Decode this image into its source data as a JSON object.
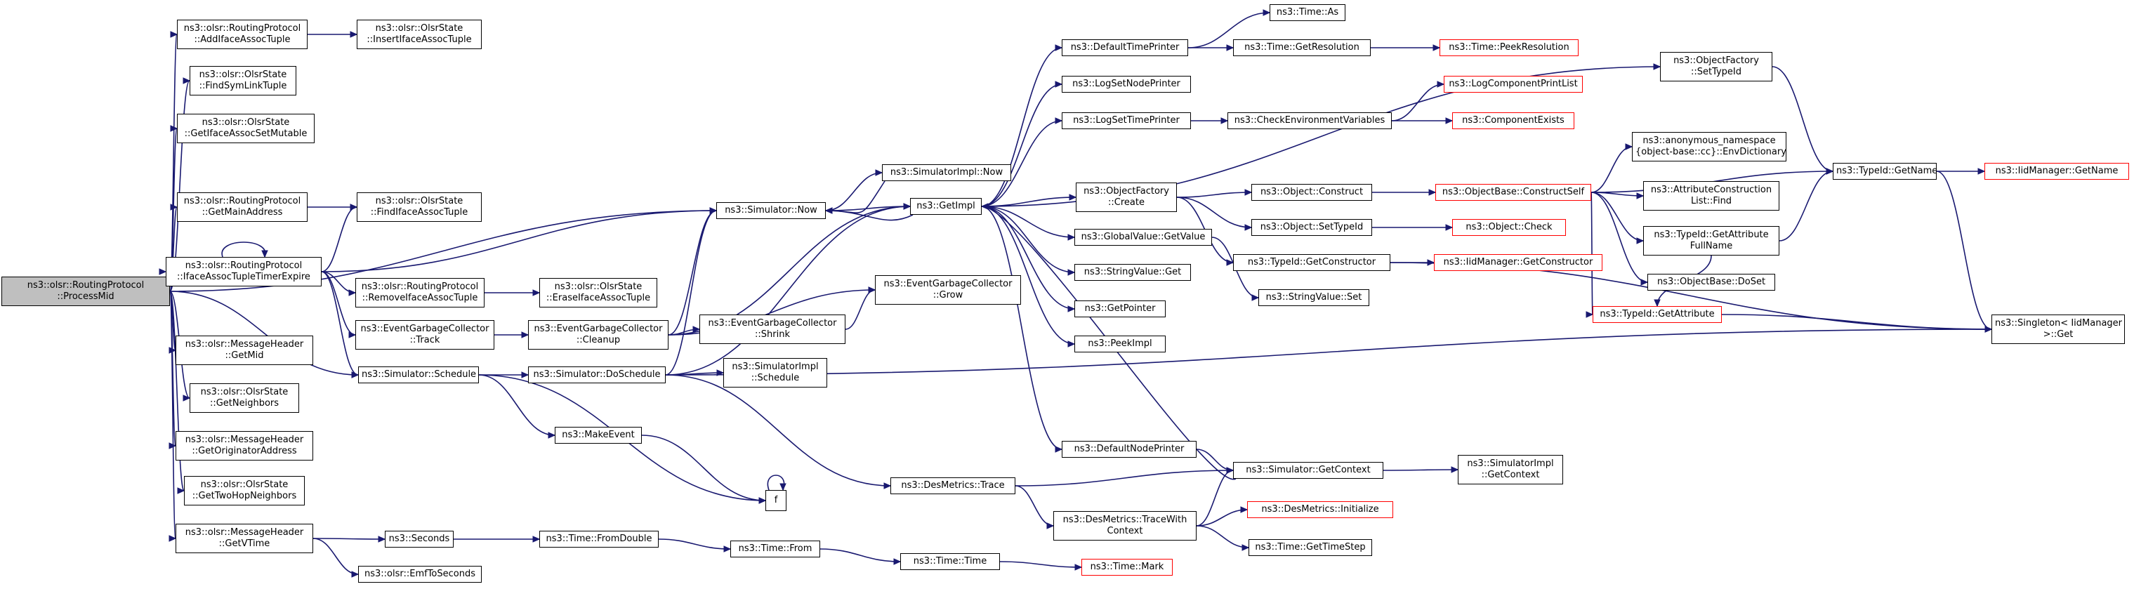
{
  "graph": {
    "nodes": [
      {
        "id": "processmid",
        "lines": [
          "ns3::olsr::RoutingProtocol",
          "::ProcessMid"
        ],
        "root": true
      },
      {
        "id": "addiface",
        "lines": [
          "ns3::olsr::RoutingProtocol",
          "::AddIfaceAssocTuple"
        ]
      },
      {
        "id": "insertiface",
        "lines": [
          "ns3::olsr::OlsrState",
          "::InsertIfaceAssocTuple"
        ]
      },
      {
        "id": "findsymlink",
        "lines": [
          "ns3::olsr::OlsrState",
          "::FindSymLinkTuple"
        ]
      },
      {
        "id": "getifaceset",
        "lines": [
          "ns3::olsr::OlsrState",
          "::GetIfaceAssocSetMutable"
        ]
      },
      {
        "id": "getmainaddr",
        "lines": [
          "ns3::olsr::RoutingProtocol",
          "::GetMainAddress"
        ]
      },
      {
        "id": "findiface",
        "lines": [
          "ns3::olsr::OlsrState",
          "::FindIfaceAssocTuple"
        ]
      },
      {
        "id": "ifacetimer",
        "lines": [
          "ns3::olsr::RoutingProtocol",
          "::IfaceAssocTupleTimerExpire"
        ]
      },
      {
        "id": "removeiface",
        "lines": [
          "ns3::olsr::RoutingProtocol",
          "::RemoveIfaceAssocTuple"
        ]
      },
      {
        "id": "eraseiface",
        "lines": [
          "ns3::olsr::OlsrState",
          "::EraseIfaceAssocTuple"
        ]
      },
      {
        "id": "gctrack",
        "lines": [
          "ns3::EventGarbageCollector",
          "::Track"
        ]
      },
      {
        "id": "gccleanup",
        "lines": [
          "ns3::EventGarbageCollector",
          "::Cleanup"
        ]
      },
      {
        "id": "gcshrink",
        "lines": [
          "ns3::EventGarbageCollector",
          "::Shrink"
        ]
      },
      {
        "id": "gcgrow",
        "lines": [
          "ns3::EventGarbageCollector",
          "::Grow"
        ]
      },
      {
        "id": "schedule",
        "lines": [
          "ns3::Simulator::Schedule"
        ]
      },
      {
        "id": "doschedule",
        "lines": [
          "ns3::Simulator::DoSchedule"
        ]
      },
      {
        "id": "simimplschedule",
        "lines": [
          "ns3::SimulatorImpl",
          "::Schedule"
        ]
      },
      {
        "id": "makeevent",
        "lines": [
          "ns3::MakeEvent"
        ]
      },
      {
        "id": "f",
        "lines": [
          "f"
        ]
      },
      {
        "id": "getmid",
        "lines": [
          "ns3::olsr::MessageHeader",
          "::GetMid"
        ]
      },
      {
        "id": "getneighbors",
        "lines": [
          "ns3::olsr::OlsrState",
          "::GetNeighbors"
        ]
      },
      {
        "id": "getorig",
        "lines": [
          "ns3::olsr::MessageHeader",
          "::GetOriginatorAddress"
        ]
      },
      {
        "id": "gettwohop",
        "lines": [
          "ns3::olsr::OlsrState",
          "::GetTwoHopNeighbors"
        ]
      },
      {
        "id": "getvtime",
        "lines": [
          "ns3::olsr::MessageHeader",
          "::GetVTime"
        ]
      },
      {
        "id": "seconds",
        "lines": [
          "ns3::Seconds"
        ]
      },
      {
        "id": "emftoseconds",
        "lines": [
          "ns3::olsr::EmfToSeconds"
        ]
      },
      {
        "id": "fromdouble",
        "lines": [
          "ns3::Time::FromDouble"
        ]
      },
      {
        "id": "timefrom",
        "lines": [
          "ns3::Time::From"
        ]
      },
      {
        "id": "timetime",
        "lines": [
          "ns3::Time::Time"
        ]
      },
      {
        "id": "timemark",
        "lines": [
          "ns3::Time::Mark"
        ],
        "red": true
      },
      {
        "id": "simnow",
        "lines": [
          "ns3::Simulator::Now"
        ]
      },
      {
        "id": "simimplnow",
        "lines": [
          "ns3::SimulatorImpl::Now"
        ]
      },
      {
        "id": "getimpl",
        "lines": [
          "ns3::GetImpl"
        ]
      },
      {
        "id": "defaulttime",
        "lines": [
          "ns3::DefaultTimePrinter"
        ]
      },
      {
        "id": "timeas",
        "lines": [
          "ns3::Time::As"
        ]
      },
      {
        "id": "getres",
        "lines": [
          "ns3::Time::GetResolution"
        ]
      },
      {
        "id": "peekres",
        "lines": [
          "ns3::Time::PeekResolution"
        ],
        "red": true
      },
      {
        "id": "logsetnode",
        "lines": [
          "ns3::LogSetNodePrinter"
        ]
      },
      {
        "id": "logsettime",
        "lines": [
          "ns3::LogSetTimePrinter"
        ]
      },
      {
        "id": "checkenv",
        "lines": [
          "ns3::CheckEnvironmentVariables"
        ]
      },
      {
        "id": "logcomplist",
        "lines": [
          "ns3::LogComponentPrintList"
        ],
        "red": true
      },
      {
        "id": "compexists",
        "lines": [
          "ns3::ComponentExists"
        ],
        "red": true
      },
      {
        "id": "objfactcreate",
        "lines": [
          "ns3::ObjectFactory",
          "::Create"
        ]
      },
      {
        "id": "objconstruct",
        "lines": [
          "ns3::Object::Construct"
        ]
      },
      {
        "id": "objsettypeid",
        "lines": [
          "ns3::Object::SetTypeId"
        ]
      },
      {
        "id": "objcheck",
        "lines": [
          "ns3::Object::Check"
        ],
        "red": true
      },
      {
        "id": "constructself",
        "lines": [
          "ns3::ObjectBase::ConstructSelf"
        ],
        "red": true
      },
      {
        "id": "globalgetvalue",
        "lines": [
          "ns3::GlobalValue::GetValue"
        ]
      },
      {
        "id": "stringvalueget",
        "lines": [
          "ns3::StringValue::Get"
        ]
      },
      {
        "id": "stringvalueset",
        "lines": [
          "ns3::StringValue::Set"
        ]
      },
      {
        "id": "getconstructor",
        "lines": [
          "ns3::TypeId::GetConstructor"
        ]
      },
      {
        "id": "iidgetconstructor",
        "lines": [
          "ns3::IidManager::GetConstructor"
        ],
        "red": true
      },
      {
        "id": "getpointer",
        "lines": [
          "ns3::GetPointer"
        ]
      },
      {
        "id": "peekimpl",
        "lines": [
          "ns3::PeekImpl"
        ]
      },
      {
        "id": "defaultnode",
        "lines": [
          "ns3::DefaultNodePrinter"
        ]
      },
      {
        "id": "getcontext",
        "lines": [
          "ns3::Simulator::GetContext"
        ]
      },
      {
        "id": "simimplgetcontext",
        "lines": [
          "ns3::SimulatorImpl",
          "::GetContext"
        ]
      },
      {
        "id": "desmetricstrace",
        "lines": [
          "ns3::DesMetrics::Trace"
        ]
      },
      {
        "id": "tracewithctx",
        "lines": [
          "ns3::DesMetrics::TraceWith",
          "Context"
        ]
      },
      {
        "id": "desinit",
        "lines": [
          "ns3::DesMetrics::Initialize"
        ],
        "red": true
      },
      {
        "id": "gettimestep",
        "lines": [
          "ns3::Time::GetTimeStep"
        ]
      },
      {
        "id": "objfactsettypeid",
        "lines": [
          "ns3::ObjectFactory",
          "::SetTypeId"
        ]
      },
      {
        "id": "envdict",
        "lines": [
          "ns3::anonymous_namespace",
          "{object-base::cc}::EnvDictionary"
        ]
      },
      {
        "id": "attrfind",
        "lines": [
          "ns3::AttributeConstruction",
          "List::Find"
        ]
      },
      {
        "id": "getattrfullname",
        "lines": [
          "ns3::TypeId::GetAttribute",
          "FullName"
        ]
      },
      {
        "id": "dosset",
        "lines": [
          "ns3::ObjectBase::DoSet"
        ]
      },
      {
        "id": "getattribute",
        "lines": [
          "ns3::TypeId::GetAttribute"
        ],
        "red": true
      },
      {
        "id": "typeidgetname",
        "lines": [
          "ns3::TypeId::GetName"
        ]
      },
      {
        "id": "iidgetname",
        "lines": [
          "ns3::IidManager::GetName"
        ],
        "red": true
      },
      {
        "id": "singletonget",
        "lines": [
          "ns3::Singleton< IidManager",
          " >::Get"
        ]
      }
    ]
  }
}
